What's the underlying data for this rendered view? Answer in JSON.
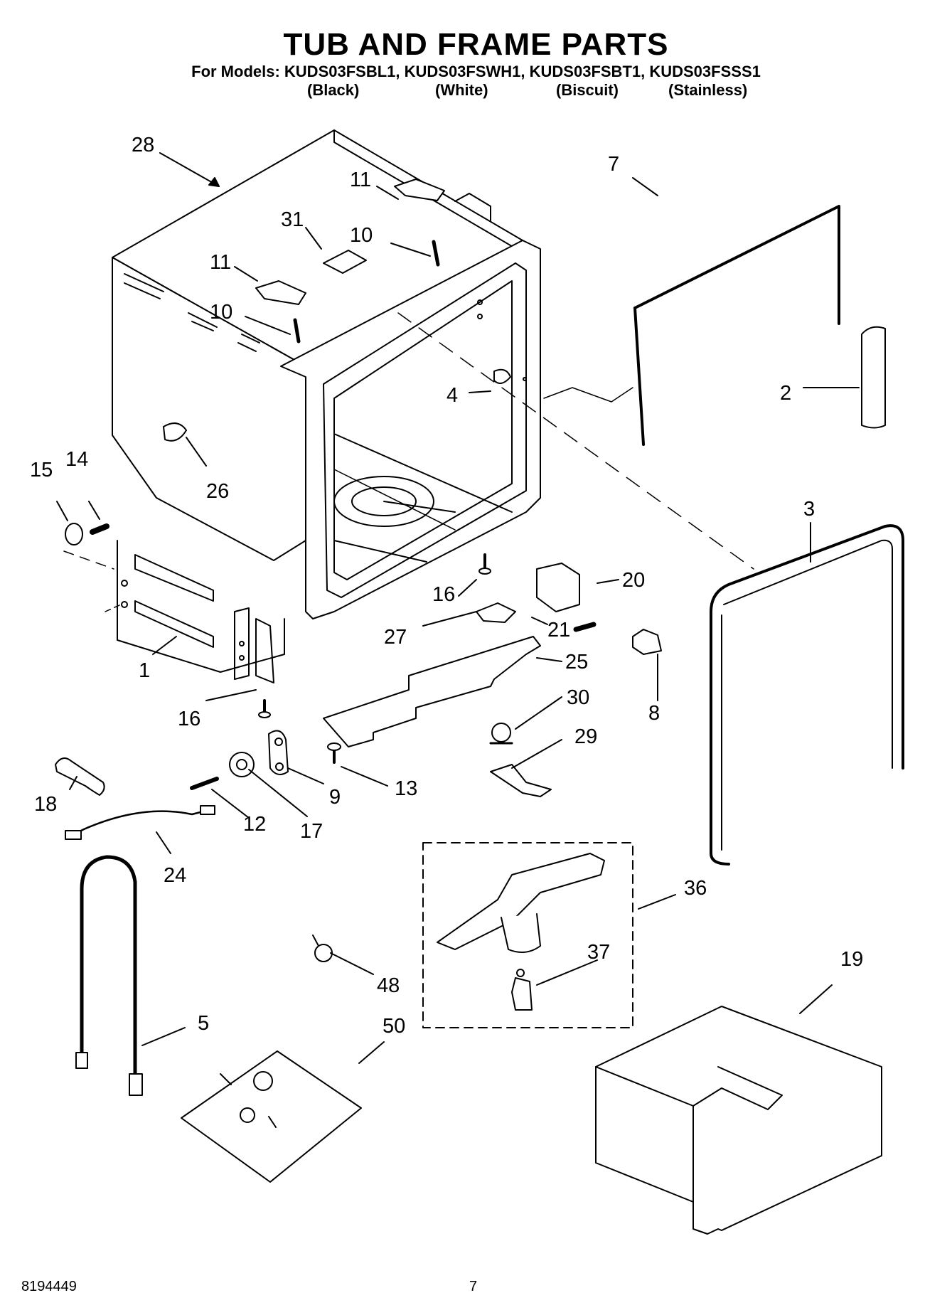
{
  "header": {
    "title": "TUB AND FRAME PARTS",
    "models": "For Models: KUDS03FSBL1, KUDS03FSWH1, KUDS03FSBT1, KUDS03FSSS1",
    "colors": [
      "(Black)",
      "(White)",
      "(Biscuit)",
      "(Stainless)"
    ]
  },
  "callouts": {
    "c28": "28",
    "c11a": "11",
    "c11b": "11",
    "c31": "31",
    "c10a": "10",
    "c10b": "10",
    "c7": "7",
    "c2": "2",
    "c4": "4",
    "c26": "26",
    "c15": "15",
    "c14": "14",
    "c3": "3",
    "c20": "20",
    "c16a": "16",
    "c16b": "16",
    "c21": "21",
    "c27": "27",
    "c25": "25",
    "c8": "8",
    "c1": "1",
    "c30": "30",
    "c29": "29",
    "c13": "13",
    "c9": "9",
    "c18": "18",
    "c12": "12",
    "c17": "17",
    "c24": "24",
    "c36": "36",
    "c37": "37",
    "c48": "48",
    "c19": "19",
    "c5": "5",
    "c50": "50"
  },
  "footer": {
    "doc_number": "8194449",
    "page_number": "7"
  }
}
